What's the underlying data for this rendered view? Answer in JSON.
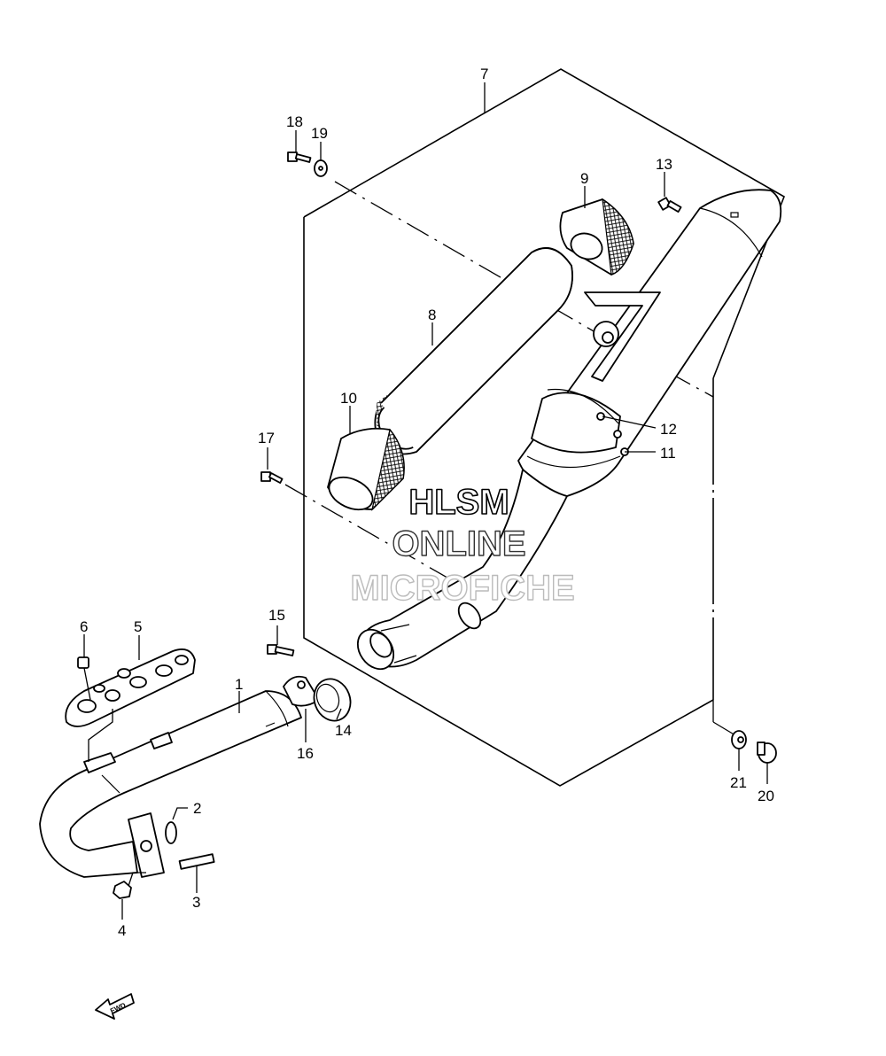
{
  "diagram": {
    "watermark": {
      "line1": "HLSM",
      "line2": "ONLINE",
      "line3": "MICROFICHE",
      "color": "#000000",
      "faded_color": "#bbbbbb"
    },
    "fwd_label": "FWD",
    "callouts": {
      "c1": "1",
      "c2": "2",
      "c3": "3",
      "c4": "4",
      "c5": "5",
      "c6": "6",
      "c7": "7",
      "c8": "8",
      "c9": "9",
      "c10": "10",
      "c11": "11",
      "c12": "12",
      "c13": "13",
      "c14": "14",
      "c15": "15",
      "c16": "16",
      "c17": "17",
      "c18": "18",
      "c19": "19",
      "c20": "20",
      "c21": "21"
    }
  }
}
